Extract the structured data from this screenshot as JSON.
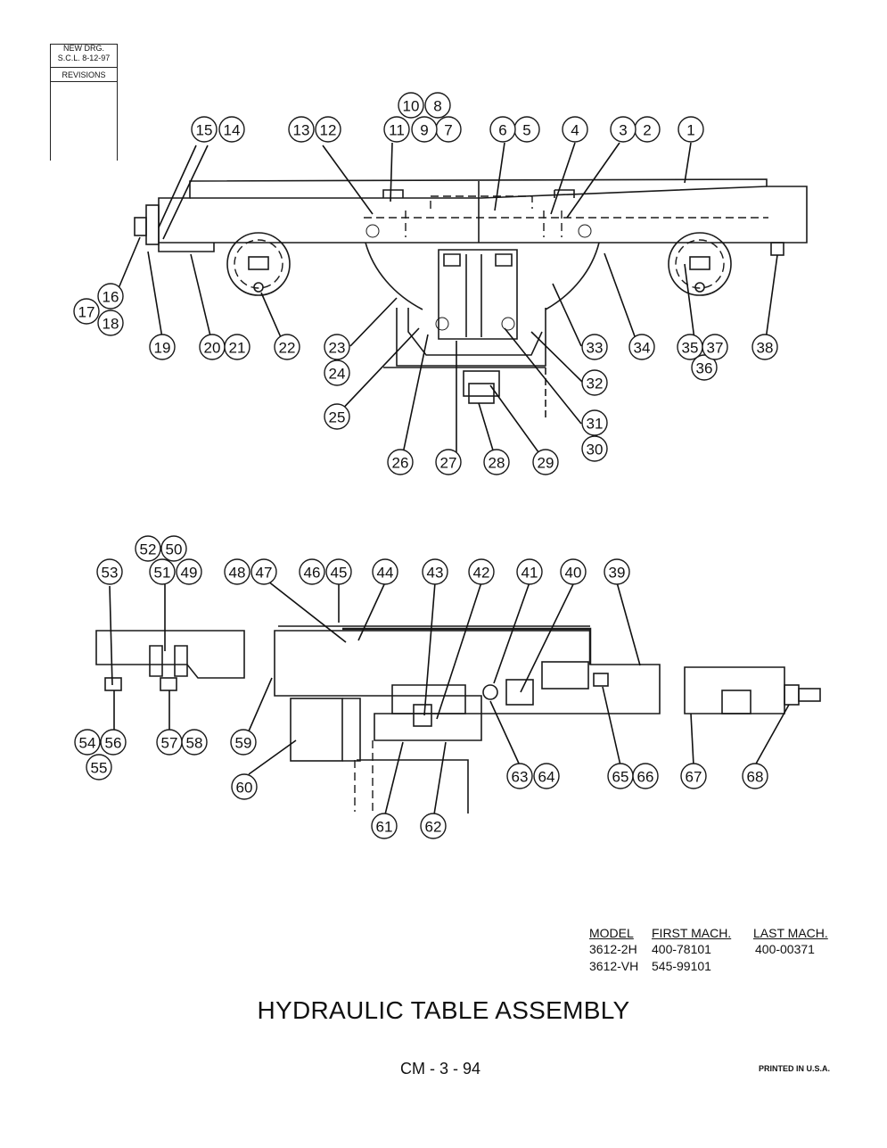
{
  "revision_block": {
    "line1": "NEW DRG.",
    "line2": "S.C.L.  8-12-97",
    "line3": "REVISIONS"
  },
  "callouts": [
    "1",
    "2",
    "3",
    "4",
    "5",
    "6",
    "7",
    "8",
    "9",
    "10",
    "11",
    "12",
    "13",
    "14",
    "15",
    "16",
    "17",
    "18",
    "19",
    "20",
    "21",
    "22",
    "23",
    "24",
    "25",
    "26",
    "27",
    "28",
    "29",
    "30",
    "31",
    "32",
    "33",
    "34",
    "35",
    "36",
    "37",
    "38",
    "39",
    "40",
    "41",
    "42",
    "43",
    "44",
    "45",
    "46",
    "47",
    "48",
    "49",
    "50",
    "51",
    "52",
    "53",
    "54",
    "55",
    "56",
    "57",
    "58",
    "59",
    "60",
    "61",
    "62",
    "63",
    "64",
    "65",
    "66",
    "67",
    "68"
  ],
  "model_table": {
    "headers": [
      "MODEL",
      "FIRST MACH.",
      "LAST MACH."
    ],
    "rows": [
      [
        "3612-2H",
        "400-78101",
        "400-00371"
      ],
      [
        "3612-VH",
        "545-99101",
        ""
      ]
    ]
  },
  "title": "HYDRAULIC TABLE ASSEMBLY",
  "page_number": "CM - 3 - 94",
  "printed": "PRINTED IN U.S.A."
}
